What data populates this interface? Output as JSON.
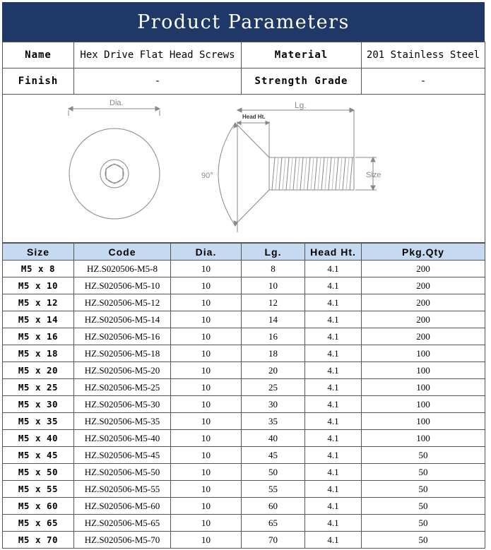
{
  "title": "Product Parameters",
  "info": {
    "name_label": "Name",
    "name_value": "Hex Drive Flat Head Screws",
    "material_label": "Material",
    "material_value": "201 Stainless Steel",
    "finish_label": "Finish",
    "finish_value": "-",
    "grade_label": "Strength Grade",
    "grade_value": "-"
  },
  "drawing": {
    "dia": "Dia.",
    "lg": "Lg.",
    "head_ht": "Head Ht.",
    "angle": "90°",
    "size": "Size"
  },
  "table": {
    "headers": [
      "Size",
      "Code",
      "Dia.",
      "Lg.",
      "Head Ht.",
      "Pkg.Qty"
    ],
    "rows": [
      [
        "M5 x 8",
        "HZ.S020506-M5-8",
        "10",
        "8",
        "4.1",
        "200"
      ],
      [
        "M5 x 10",
        "HZ.S020506-M5-10",
        "10",
        "10",
        "4.1",
        "200"
      ],
      [
        "M5 x 12",
        "HZ.S020506-M5-12",
        "10",
        "12",
        "4.1",
        "200"
      ],
      [
        "M5 x 14",
        "HZ.S020506-M5-14",
        "10",
        "14",
        "4.1",
        "200"
      ],
      [
        "M5 x 16",
        "HZ.S020506-M5-16",
        "10",
        "16",
        "4.1",
        "200"
      ],
      [
        "M5 x 18",
        "HZ.S020506-M5-18",
        "10",
        "18",
        "4.1",
        "100"
      ],
      [
        "M5 x 20",
        "HZ.S020506-M5-20",
        "10",
        "20",
        "4.1",
        "100"
      ],
      [
        "M5 x 25",
        "HZ.S020506-M5-25",
        "10",
        "25",
        "4.1",
        "100"
      ],
      [
        "M5 x 30",
        "HZ.S020506-M5-30",
        "10",
        "30",
        "4.1",
        "100"
      ],
      [
        "M5 x 35",
        "HZ.S020506-M5-35",
        "10",
        "35",
        "4.1",
        "100"
      ],
      [
        "M5 x 40",
        "HZ.S020506-M5-40",
        "10",
        "40",
        "4.1",
        "100"
      ],
      [
        "M5 x 45",
        "HZ.S020506-M5-45",
        "10",
        "45",
        "4.1",
        "50"
      ],
      [
        "M5 x 50",
        "HZ.S020506-M5-50",
        "10",
        "50",
        "4.1",
        "50"
      ],
      [
        "M5 x 55",
        "HZ.S020506-M5-55",
        "10",
        "55",
        "4.1",
        "50"
      ],
      [
        "M5 x 60",
        "HZ.S020506-M5-60",
        "10",
        "60",
        "4.1",
        "50"
      ],
      [
        "M5 x 65",
        "HZ.S020506-M5-65",
        "10",
        "65",
        "4.1",
        "50"
      ],
      [
        "M5 x 70",
        "HZ.S020506-M5-70",
        "10",
        "70",
        "4.1",
        "50"
      ]
    ]
  },
  "colors": {
    "banner": "#1f3868",
    "header_fill": "#c5d9f1"
  }
}
